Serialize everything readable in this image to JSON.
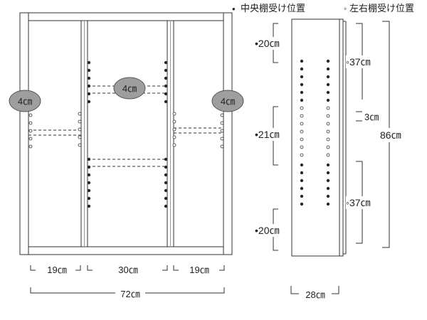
{
  "legend": {
    "center_marker": "•",
    "center_label": "中央棚受け位置",
    "side_marker": "◦",
    "side_label": "左右棚受け位置"
  },
  "front": {
    "shelf_gap_badges": [
      "4㎝",
      "4㎝",
      "4㎝"
    ],
    "widths": [
      "19㎝",
      "30㎝",
      "19㎝"
    ],
    "total_width": "72㎝"
  },
  "side": {
    "center_ranges": [
      "•20㎝",
      "•21㎝",
      "•20㎝"
    ],
    "side_ranges": [
      "◦37㎝",
      "3㎝",
      "◦37㎝"
    ],
    "total_height": "86㎝",
    "depth": "28㎝"
  },
  "colors": {
    "line": "#333333",
    "panel_fill": "#ffffff",
    "badge_fill": "#9e9e9e",
    "dot_fill": "#222222"
  }
}
